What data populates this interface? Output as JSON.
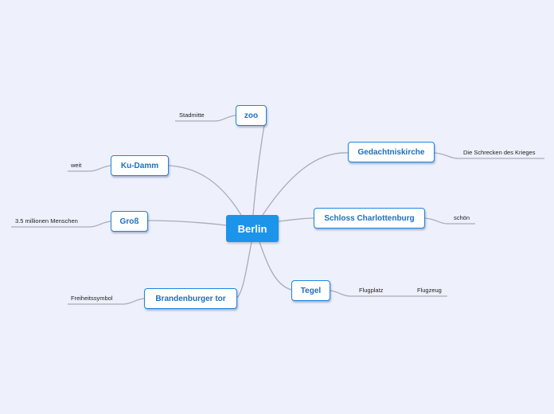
{
  "central": "Berlin",
  "topics": {
    "zoo": "zoo",
    "gedachtniskirche": "Gedachtniskirche",
    "ku_damm": "Ku-Damm",
    "schloss": "Schloss Charlottenburg",
    "gross": "Groß",
    "tegel": "Tegel",
    "brandenburger": "Brandenburger tor"
  },
  "notes": {
    "stadtmitte": "Stadmitte",
    "schrecken": "Die Schrecken des Krieges",
    "weit": "weit",
    "schoen": "schön",
    "menschen": "3.5 millionen Menschen",
    "flugplatz": "Flugplatz",
    "flugzeug": "Flugzeug",
    "freiheit": "Freiheitssymbol"
  },
  "colors": {
    "background": "#eef0fb",
    "central_fill": "#1b94ea",
    "topic_border": "#1b87df",
    "topic_text": "#1b6fc0",
    "connector": "#a9acba"
  }
}
